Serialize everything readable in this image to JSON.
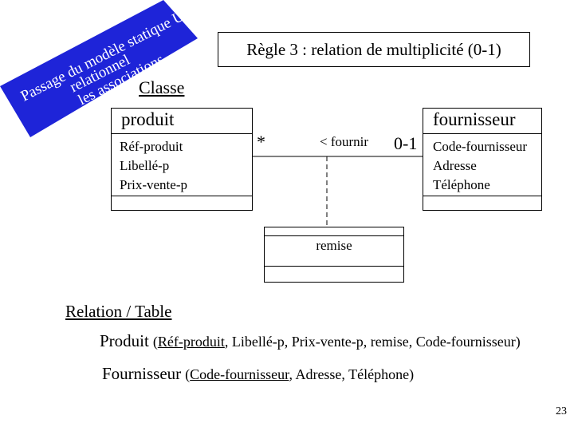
{
  "banner": {
    "lines": [
      "Passage du modèle statique UML au",
      "relationnel",
      "les associations"
    ],
    "color": "#1e24d8"
  },
  "rule_title": "Règle 3 : relation de multiplicité (0-1)",
  "classe_label": "Classe",
  "classes": {
    "produit": {
      "name": "produit",
      "attributes": [
        "Réf-produit",
        "Libellé-p",
        "Prix-vente-p"
      ]
    },
    "fournisseur": {
      "name": "fournisseur",
      "attributes": [
        "Code-fournisseur",
        "Adresse",
        "Téléphone"
      ]
    },
    "remise": {
      "name": "remise"
    }
  },
  "association": {
    "multiplicity_left": "*",
    "name": "< fournir",
    "multiplicity_right": "0-1"
  },
  "relation_title": "Relation / Table",
  "relations": [
    {
      "name": "Produit",
      "open": "(",
      "key": "Réf-produit",
      "rest": ", Libellé-p, Prix-vente-p, remise, Code-fournisseur)"
    },
    {
      "name": "Fournisseur",
      "open": "(",
      "key": "Code-fournisseur",
      "rest": ", Adresse, Téléphone)"
    }
  ],
  "page_number": "23"
}
